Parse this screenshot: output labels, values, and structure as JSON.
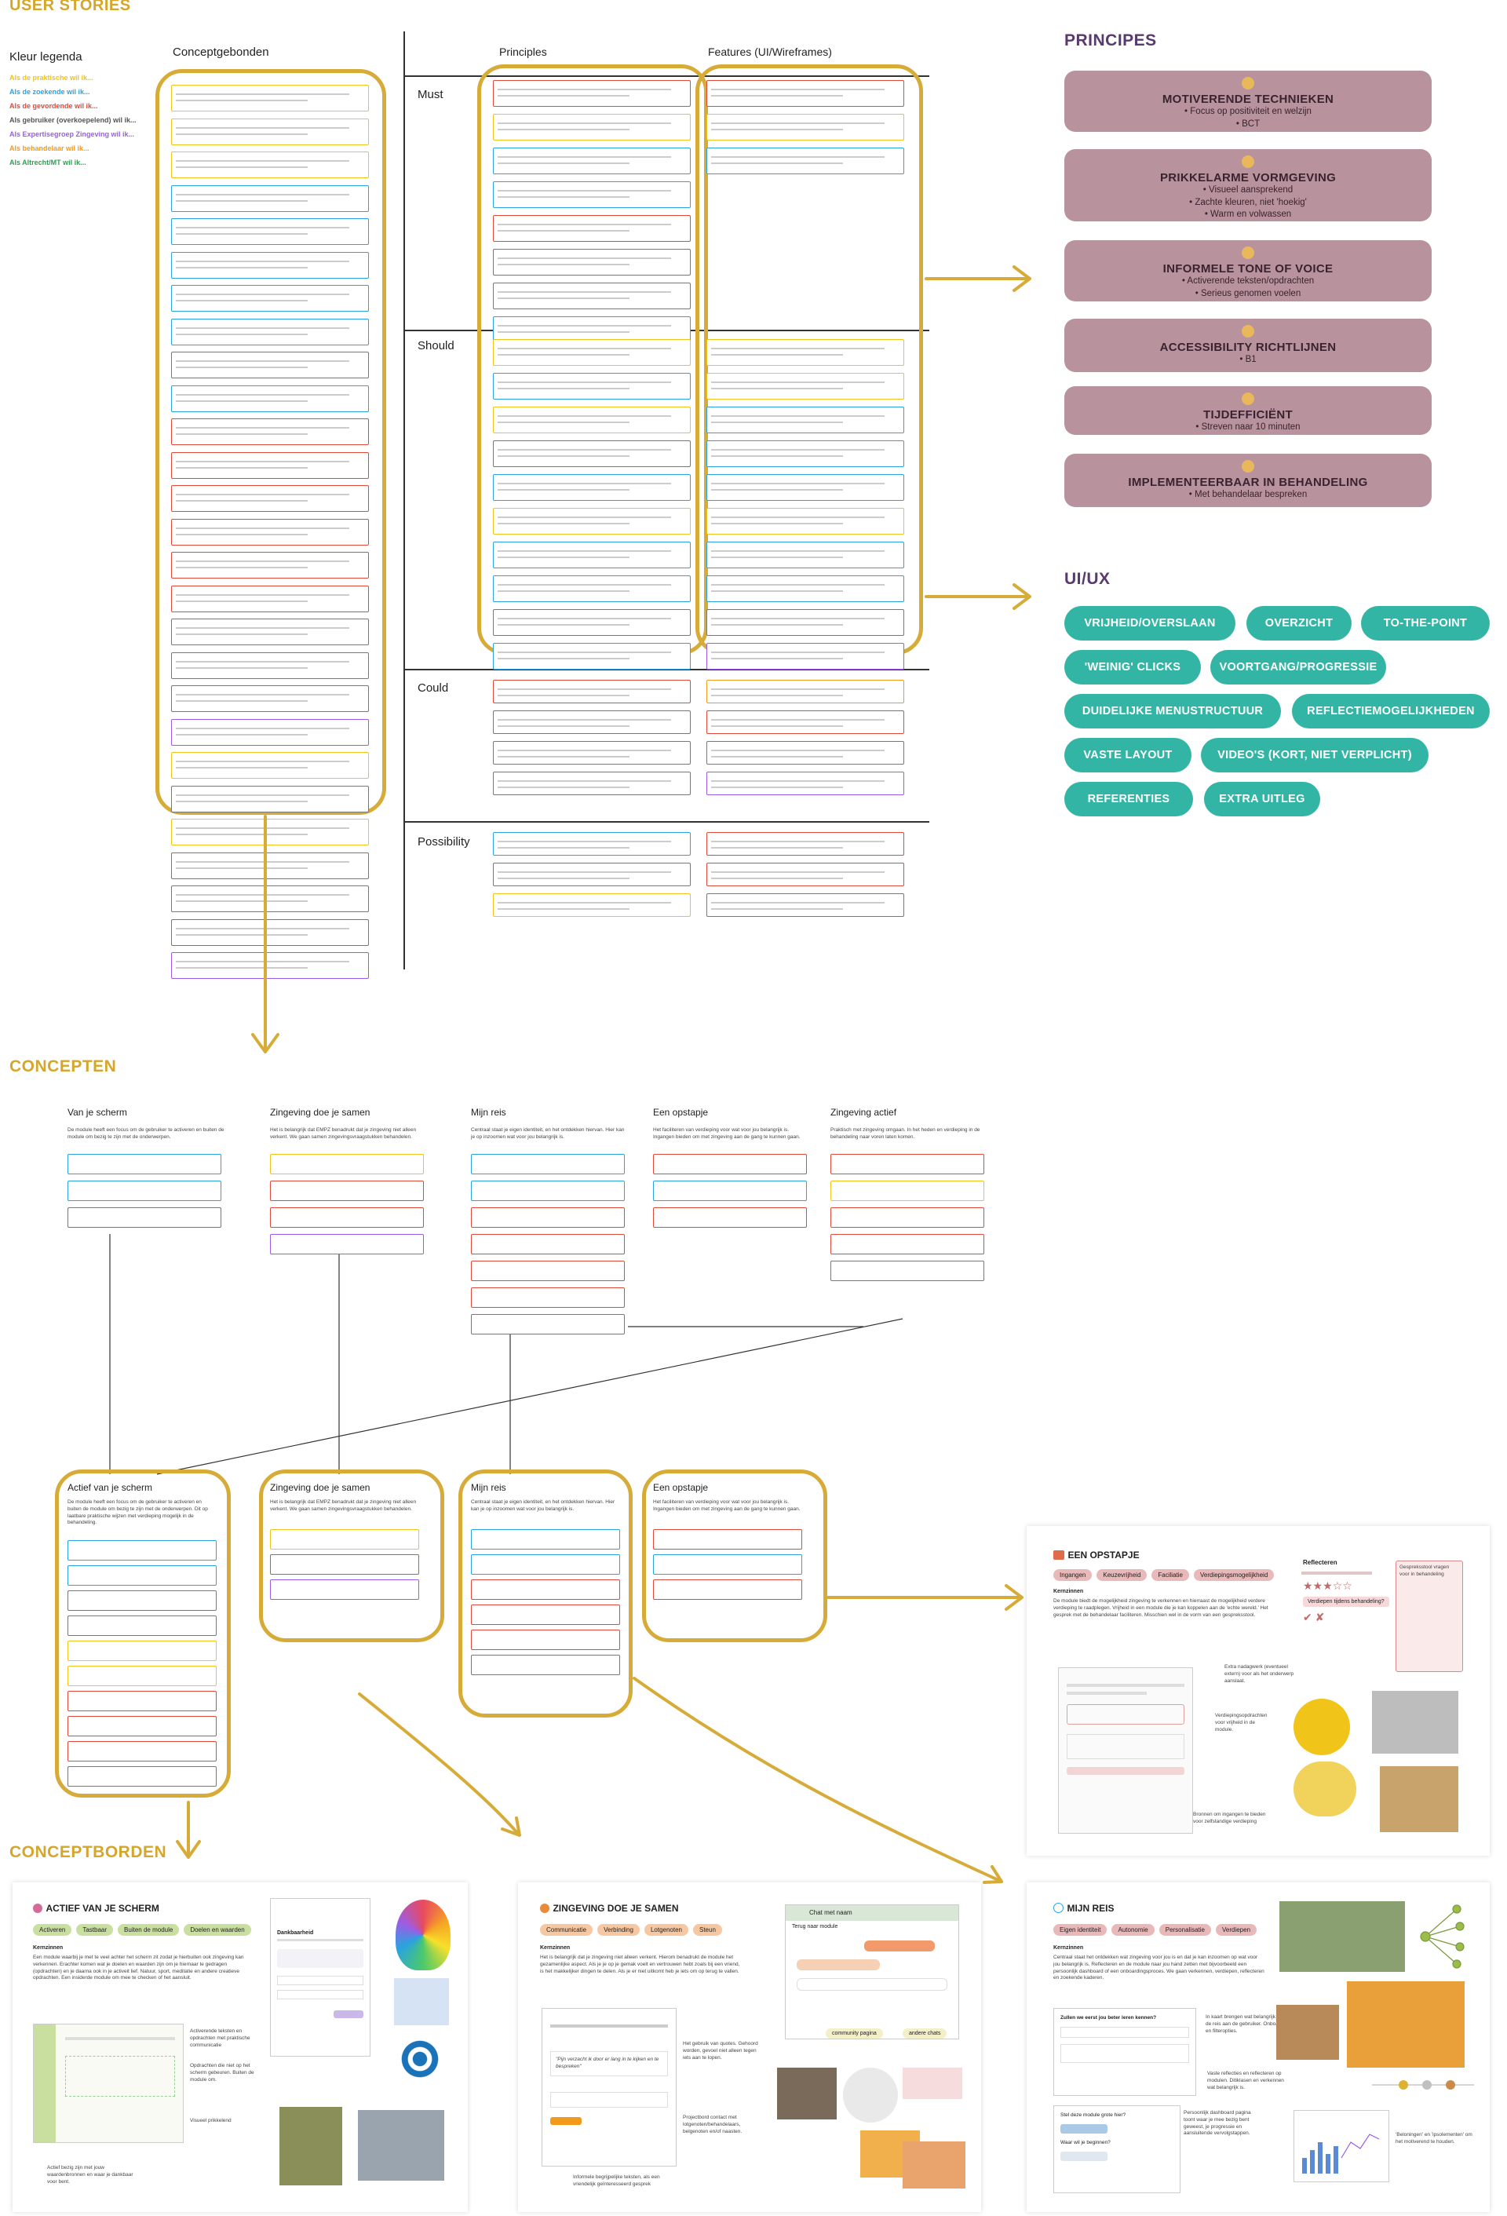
{
  "titles": {
    "user_stories": "USER STORIES",
    "principes": "PRINCIPES",
    "uiux": "UI/UX",
    "concepten": "CONCEPTEN",
    "conceptborden": "CONCEPTBORDEN"
  },
  "legend": {
    "title": "Kleur legenda",
    "items": [
      {
        "label": "Als de praktische wil ik...",
        "color": "#f0c419"
      },
      {
        "label": "Als de zoekende wil ik...",
        "color": "#2aa3e0"
      },
      {
        "label": "Als de gevordende wil ik...",
        "color": "#e04a3a"
      },
      {
        "label": "Als gebruiker (overkoepelend) wil ik...",
        "color": "#555555"
      },
      {
        "label": "Als Expertisegroep Zingeving wil ik...",
        "color": "#9b5de5"
      },
      {
        "label": "Als behandelaar wil ik...",
        "color": "#f29a1b"
      },
      {
        "label": "Als Altrecht/MT wil ik...",
        "color": "#2e9e52"
      }
    ]
  },
  "columns": {
    "conceptgebonden": "Conceptgebonden",
    "principles": "Principles",
    "features": "Features (UI/Wireframes)"
  },
  "rows": [
    "Must",
    "Should",
    "Could",
    "Possibility"
  ],
  "principes": [
    {
      "title": "MOTIVERENDE TECHNIEKEN",
      "sub": [
        "Focus op positiviteit en welzijn",
        "BCT"
      ],
      "icon": "target-icon"
    },
    {
      "title": "PRIKKELARME VORMGEVING",
      "sub": [
        "Visueel aansprekend",
        "Zachte kleuren, niet 'hoekig'",
        "Warm en volwassen"
      ],
      "icon": "palette-icon"
    },
    {
      "title": "INFORMELE TONE OF VOICE",
      "sub": [
        "Activerende teksten/opdrachten",
        "Serieus genomen voelen"
      ],
      "icon": "chat-icon"
    },
    {
      "title": "ACCESSIBILITY RICHTLIJNEN",
      "sub": [
        "B1"
      ],
      "icon": "person-icon"
    },
    {
      "title": "TIJDEFFICIËNT",
      "sub": [
        "Streven naar 10 minuten"
      ],
      "icon": "clock-icon"
    },
    {
      "title": "IMPLEMENTEERBAAR IN BEHANDELING",
      "sub": [
        "Met behandelaar bespreken"
      ],
      "icon": "monitor-icon"
    }
  ],
  "uiux_pills": [
    "VRIJHEID/OVERSLAAN",
    "OVERZICHT",
    "TO-THE-POINT",
    "'WEINIG' CLICKS",
    "VOORTGANG/PROGRESSIE",
    "DUIDELIJKE MENUSTRUCTUUR",
    "REFLECTIEMOGELIJKHEDEN",
    "VASTE LAYOUT",
    "VIDEO'S (KORT, NIET VERPLICHT)",
    "REFERENTIES",
    "EXTRA UITLEG"
  ],
  "concepts_top": [
    {
      "title": "Van je scherm",
      "desc": "De module heeft een focus om de gebruiker te activeren en buiten de module om bezig te zijn met de onderwerpen."
    },
    {
      "title": "Zingeving doe je samen",
      "desc": "Het is belangrijk dat EMPZ benadrukt dat je zingeving niet alleen verkent. We gaan samen zingevingsvraagstukken behandelen."
    },
    {
      "title": "Mijn reis",
      "desc": "Centraal staat je eigen identiteit, en het ontdekken hiervan. Hier kan je op inzoomen wat voor jou belangrijk is."
    },
    {
      "title": "Een opstapje",
      "desc": "Het faciliteren van verdieping voor wat voor jou belangrijk is. Ingangen bieden om met zingeving aan de gang te kunnen gaan."
    },
    {
      "title": "Zingeving actief",
      "desc": "Praktisch met zingeving omgaan. In het heden en verdieping in de behandeling naar voren laten komen."
    }
  ],
  "concepts_bottom": [
    {
      "title": "Actief van je scherm",
      "desc": "De module heeft een focus om de gebruiker te activeren en buiten de module om bezig te zijn met de onderwerpen. Dit op laatbare praktische wijzen met verdieping mogelijk in de behandeling."
    },
    {
      "title": "Zingeving doe je samen",
      "desc": "Het is belangrijk dat EMPZ benadrukt dat je zingeving niet alleen verkent. We gaan samen zingevingsvraagstukken behandelen."
    },
    {
      "title": "Mijn reis",
      "desc": "Centraal staat je eigen identiteit, en het ontdekken hiervan. Hier kan je op inzoomen wat voor jou belangrijk is."
    },
    {
      "title": "Een opstapje",
      "desc": "Het faciliteren van verdieping voor wat voor jou belangrijk is. Ingangen bieden om met zingeving aan de gang te kunnen gaan."
    }
  ],
  "boards": {
    "opstapje": {
      "title": "EEN OPSTAPJE",
      "tags": [
        "Ingangen",
        "Keuzevrijheid",
        "Faciliatie",
        "Verdiepingsmogelijkheid"
      ],
      "kern_label": "Kernzinnen",
      "kern": "De module biedt de mogelijkheid zingeving te verkennen en hierraast de mogelijkheid verdere verdieping te raadplegen. Vrijheid in een module die je kan koppelen aan de 'echte wereld.' Het gesprek met de behandelaar faciliteren. Misschien wel in de vorm van een gespreksstool.",
      "reflect_label": "Reflecteren",
      "reflect_q": "Verdiepen tijdens behandeling?",
      "note_right": "Gespreksstool vragen voor in behandeling",
      "note1": "Extra nadagwerk (eventueel extern) voor als het onderwerp aanslaat.",
      "note2": "Verdiepingsopdrachten voor vrijheid in de module.",
      "note3": "Bronnen om ingangen te bieden voor zelfstandige verdieping"
    },
    "actief": {
      "title": "ACTIEF VAN JE SCHERM",
      "tags": [
        "Activeren",
        "Tastbaar",
        "Buiten de module",
        "Doelen en waarden"
      ],
      "kern_label": "Kernzinnen",
      "kern": "Een module waarbij je met te veel achter het scherm zit zodat je hierbuiten ook zingeving kan verkennen. Erachter komen wat je doelen en waarden zijn om je hiernaar te gedragen (opdrachten) en je daarna ook in je activeit lief. Natuur, sport, meditatie en andere creatieve opdrachten. Een insiderde module om mee te checken of het aansluit.",
      "app_title": "Dankbaarheid",
      "note1": "Activerende teksten en opdrachten met praktische communicatie",
      "note2": "Opdrachten die niet op het scherm gebeuren. Buiten de module om.",
      "note3": "Visueel prikkelend",
      "note4": "Actief bezig zijn met jouw waardenbronnen en waar je dankbaar voor bent."
    },
    "zingeving": {
      "title": "ZINGEVING DOE JE SAMEN",
      "tags": [
        "Communicatie",
        "Verbinding",
        "Lotgenoten",
        "Steun"
      ],
      "kern_label": "Kernzinnen",
      "kern": "Het is belangrijk dat je zingeving niet alleen verkent. Hierom benadrukt de module het gezamenlijke aspect. Als je je op je gemak voelt en vertrouwen hebt zoals bij een vriend, is het makkelijker dingen te delen. Als je er niet uitkomt heb je iets om op terug te vallen.",
      "chat_name": "Chat met naam",
      "back": "Terug naar module",
      "community": "community pagina",
      "andere": "andere chats",
      "quote": "\"Pijn verzacht ik door er lang in te kijken en te bespreken\"",
      "note1": "Het gebruik van quotes. Gehoord worden, gevoel niet alleen tegen iets aan te lopen.",
      "note2": "Projectbord contact met lotgenoten/behandelaars, belgenoten en/of naasten.",
      "note3": "Informele begrijpelijke teksten, als een vriendelijk geïnteresseerd gesprek"
    },
    "reis": {
      "title": "MIJN REIS",
      "tags": [
        "Eigen identiteit",
        "Autonomie",
        "Personalisatie",
        "Verdiepen"
      ],
      "kern_label": "Kernzinnen",
      "kern": "Centraal staat het ontdekken wat zingeving voor jou is en dat je kan inzoomen op wat voor jou belangrijk is. Reflecteren en de module naar jou hand zetten met bijvoorbeeld een persoonlijk dashboard of een onboardingsproces. We gaan verkennen, verdiepen, reflecteren en zoekende kaderen.",
      "q1": "Zullen we eerst jou beter leren kennen?",
      "q2": "Stel deze module grote hier?",
      "q3": "Waar wil je beginnen?",
      "note1": "In kaart brengen wat belangrijk is in de reis aan de gebruiker. Onboarding en filteropties.",
      "note2": "Vaste reflecties en reflecteren op modulen. Ditiklasen en verkennen wat belangrijk is.",
      "note3": "Persoonlijk dashboard pagina toont waar je mee bezig bent geweest, je progressie en aansluitende vervolgstappen.",
      "note4": "'Beloningen' en 'ipsolementen' om het motiverend te houden."
    }
  }
}
